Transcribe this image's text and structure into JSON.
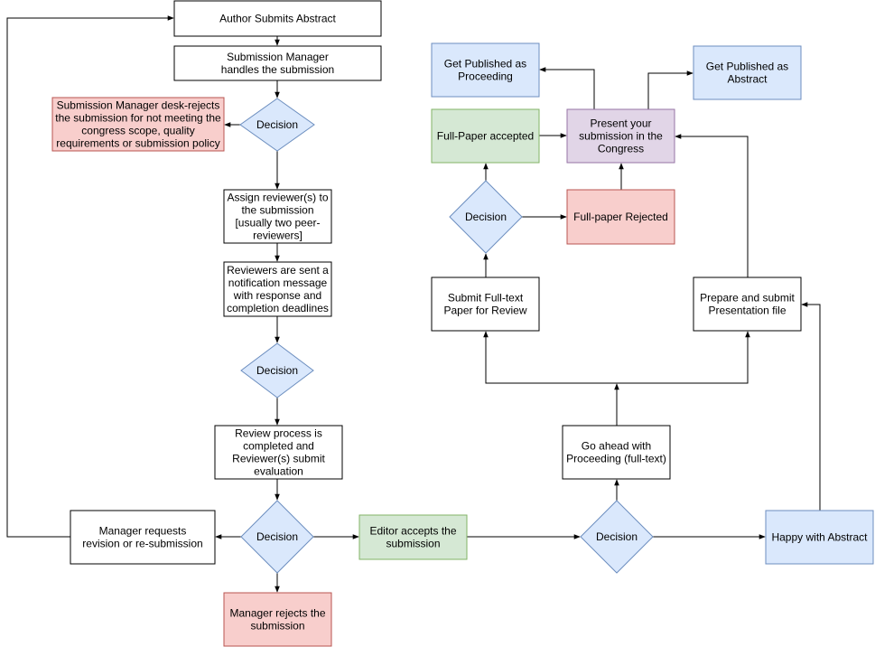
{
  "colors": {
    "white": "#ffffff",
    "red": "#f8cecc",
    "red_stroke": "#b85450",
    "blue": "#dae8fc",
    "blue_stroke": "#6c8ebf",
    "green": "#d5e8d4",
    "green_stroke": "#82b366",
    "purple": "#e1d5e7",
    "purple_stroke": "#9673a6",
    "black": "#000000"
  },
  "nodes": [
    {
      "id": "author-submits",
      "shape": "rect",
      "fill": "white",
      "lines": [
        "Author Submits Abstract"
      ]
    },
    {
      "id": "manager-handles",
      "shape": "rect",
      "fill": "white",
      "lines": [
        "Submission Manager",
        "handles the submission"
      ]
    },
    {
      "id": "decision-1",
      "shape": "diamond",
      "fill": "blue",
      "lines": [
        "Decision"
      ]
    },
    {
      "id": "desk-reject",
      "shape": "rect",
      "fill": "red",
      "lines": [
        "Submission Manager desk-rejects",
        "the submission for not meeting the",
        "congress scope, quality",
        "requirements or submission policy"
      ]
    },
    {
      "id": "assign-reviewers",
      "shape": "rect",
      "fill": "white",
      "lines": [
        "Assign reviewer(s) to",
        "the submission",
        "[usually two peer-",
        "reviewers]"
      ]
    },
    {
      "id": "reviewers-notified",
      "shape": "rect",
      "fill": "white",
      "lines": [
        "Reviewers are sent a",
        "notification message",
        "with response and",
        "completion deadlines"
      ]
    },
    {
      "id": "decision-2",
      "shape": "diamond",
      "fill": "blue",
      "lines": [
        "Decision"
      ]
    },
    {
      "id": "review-completed",
      "shape": "rect",
      "fill": "white",
      "lines": [
        "Review process is",
        "completed and",
        "Reviewer(s) submit",
        "evaluation"
      ]
    },
    {
      "id": "decision-3",
      "shape": "diamond",
      "fill": "blue",
      "lines": [
        "Decision"
      ]
    },
    {
      "id": "manager-requests-revision",
      "shape": "rect",
      "fill": "white",
      "lines": [
        "Manager requests",
        "revision or re-submission"
      ]
    },
    {
      "id": "manager-rejects",
      "shape": "rect",
      "fill": "red",
      "lines": [
        "Manager rejects the",
        "submission"
      ]
    },
    {
      "id": "editor-accepts",
      "shape": "rect",
      "fill": "green",
      "lines": [
        "Editor accepts the",
        "submission"
      ]
    },
    {
      "id": "decision-4",
      "shape": "diamond",
      "fill": "blue",
      "lines": [
        "Decision"
      ]
    },
    {
      "id": "happy-abstract",
      "shape": "rect",
      "fill": "blue",
      "lines": [
        "Happy with Abstract"
      ]
    },
    {
      "id": "go-ahead-proceeding",
      "shape": "rect",
      "fill": "white",
      "lines": [
        "Go ahead with",
        "Proceeding (full-text)"
      ]
    },
    {
      "id": "submit-fulltext",
      "shape": "rect",
      "fill": "white",
      "lines": [
        "Submit Full-text",
        "Paper for Review"
      ]
    },
    {
      "id": "prepare-presentation",
      "shape": "rect",
      "fill": "white",
      "lines": [
        "Prepare and submit",
        "Presentation file"
      ]
    },
    {
      "id": "decision-5",
      "shape": "diamond",
      "fill": "blue",
      "lines": [
        "Decision"
      ]
    },
    {
      "id": "fullpaper-accepted",
      "shape": "rect",
      "fill": "green",
      "lines": [
        "Full-Paper accepted"
      ]
    },
    {
      "id": "fullpaper-rejected",
      "shape": "rect",
      "fill": "red",
      "lines": [
        "Full-paper Rejected"
      ]
    },
    {
      "id": "present-congress",
      "shape": "rect",
      "fill": "purple",
      "lines": [
        "Present your",
        "submission in the",
        "Congress"
      ]
    },
    {
      "id": "published-proceeding",
      "shape": "rect",
      "fill": "blue",
      "lines": [
        "Get Published as",
        "Proceeding"
      ]
    },
    {
      "id": "published-abstract",
      "shape": "rect",
      "fill": "blue",
      "lines": [
        "Get Published as",
        "Abstract"
      ]
    }
  ]
}
